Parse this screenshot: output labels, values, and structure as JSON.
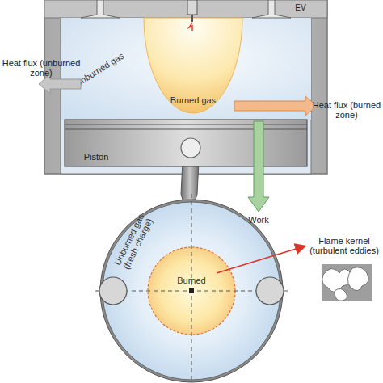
{
  "diagram": {
    "nodes": [
      {
        "text": [
          "Unburned gas"
        ]
      },
      {
        "text": [
          "Burned gas"
        ],
        "in": 0
      },
      {
        "text": [
          "Piston"
        ]
      },
      {
        "text": [
          "Unburned gas (fresh charge)"
        ]
      },
      {
        "text": [
          "Burned"
        ],
        "in": 3
      }
    ],
    "labels": [
      "Heat flux (unburned zone)",
      "Heat flux (burned zone)",
      "EV",
      "Work",
      "Flame kernel (turbulent eddies)"
    ]
  }
}
